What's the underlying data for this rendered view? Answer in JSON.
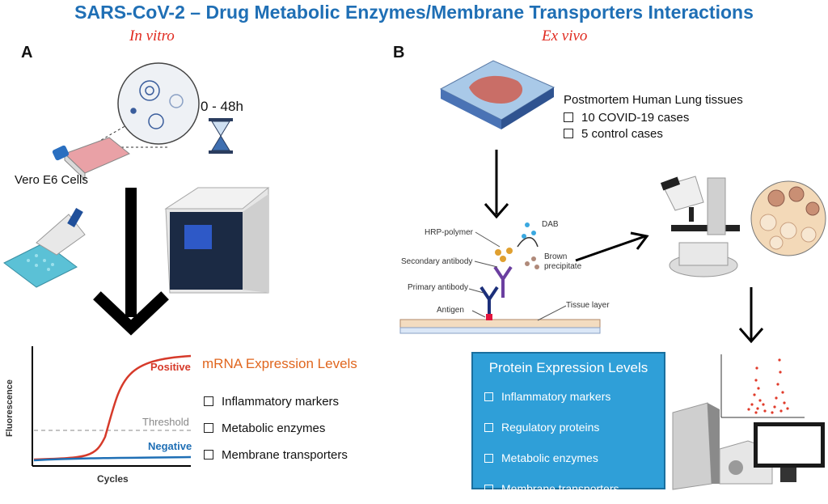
{
  "title": "SARS-CoV-2 – Drug Metabolic Enzymes/Membrane Transporters Interactions",
  "panelA": {
    "letter": "A",
    "subtitle": "In vitro",
    "time": "0 - 48h",
    "cells": "Vero E6 Cells",
    "chart": {
      "ylabel": "Fluorescence",
      "xlabel": "Cycles",
      "positive": "Positive",
      "threshold": "Threshold",
      "negative": "Negative"
    },
    "mrna": {
      "heading": "mRNA Expression Levels",
      "items": [
        "Inflammatory markers",
        "Metabolic enzymes",
        "Membrane transporters"
      ]
    }
  },
  "panelB": {
    "letter": "B",
    "subtitle": "Ex vivo",
    "tissues": {
      "heading": "Postmortem Human Lung tissues",
      "items": [
        "10 COVID-19 cases",
        "5 control cases"
      ]
    },
    "ihc": {
      "dab": "DAB",
      "hrp": "HRP-polymer",
      "secondary": "Secondary antibody",
      "brown": "Brown",
      "precipitate": "precipitate",
      "primary": "Primary antibody",
      "antigen": "Antigen",
      "tissue": "Tissue layer"
    },
    "protein": {
      "heading": "Protein Expression Levels",
      "items": [
        "Inflammatory markers",
        "Regulatory proteins",
        "Metabolic enzymes",
        "Membrane transporters"
      ]
    }
  },
  "colors": {
    "title": "#1f6fb5",
    "subtitle": "#e02a1f",
    "positive": "#d63a2a",
    "negative": "#1f6fb5",
    "box": "#2f9fd8"
  }
}
